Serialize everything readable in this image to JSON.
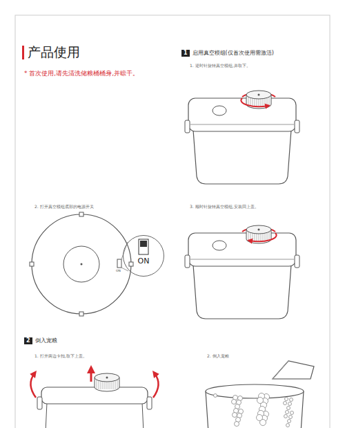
{
  "diagram": {
    "title": "产品使用",
    "nodes": [
      {
        "text": [
          "1",
          "启用真空模组(仅首次使用需激活)"
        ]
      },
      {
        "text": [
          "ON"
        ]
      },
      {
        "text": [
          "2",
          "倒入宠粮"
        ]
      }
    ],
    "labels": [
      "* 首次使用,请先清洗储粮桶桶身,并晾干。",
      "1. 逆时针旋转真空模组,并取下。",
      "2. 打开真空模组底部的电源开关",
      "ON",
      "3. 顺时针旋转真空模组,安装回上盖。",
      "1. 打开两边卡扣,取下上盖。",
      "2. 倒入宠粮"
    ]
  }
}
